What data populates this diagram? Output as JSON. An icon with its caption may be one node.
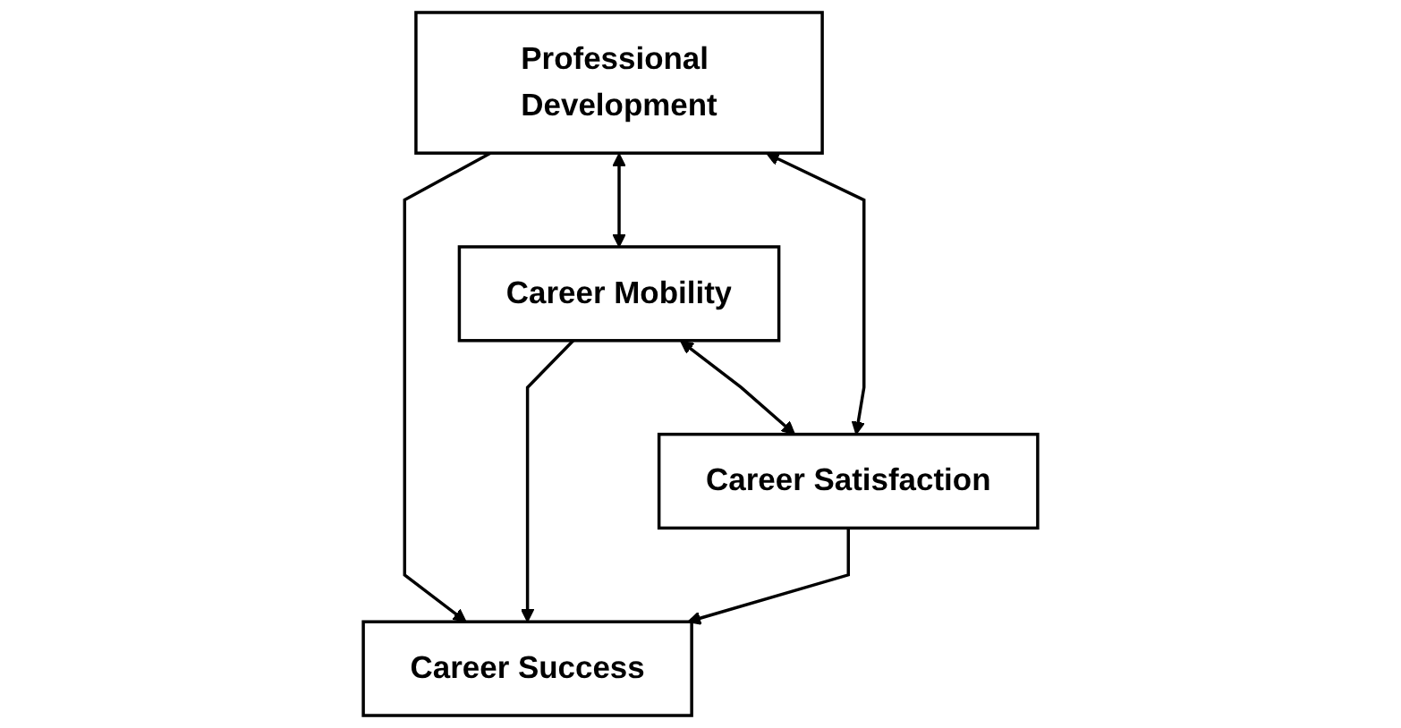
{
  "diagram": {
    "nodes": [
      {
        "text": [
          "Career Success"
        ]
      },
      {
        "text": [
          "Professional Development"
        ]
      },
      {
        "text": [
          "Career Mobility"
        ]
      },
      {
        "text": [
          "Career Satisfaction"
        ]
      }
    ],
    "edges": [
      {
        "from": 1,
        "to": 0,
        "arrow": "to"
      },
      {
        "from": 2,
        "to": 0,
        "arrow": "to"
      },
      {
        "from": 3,
        "to": 0,
        "arrow": "to"
      },
      {
        "from": 1,
        "to": 2,
        "arrow": "both"
      },
      {
        "from": 2,
        "to": 3,
        "arrow": "both"
      },
      {
        "from": 1,
        "to": 3,
        "arrow": "both"
      }
    ]
  }
}
